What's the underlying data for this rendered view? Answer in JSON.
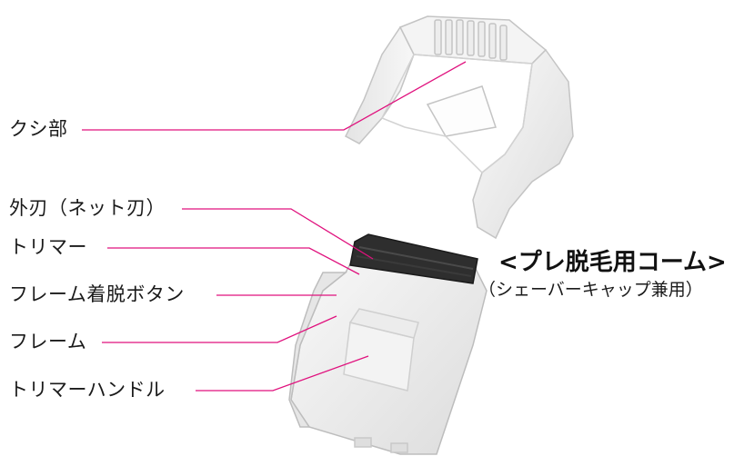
{
  "labels": {
    "comb": "クシ部",
    "outer_blade": "外刃（ネット刃）",
    "trimmer": "トリマー",
    "frame_release_button": "フレーム着脱ボタン",
    "frame": "フレーム",
    "trimmer_handle": "トリマーハンドル"
  },
  "product": {
    "title": "<プレ脱毛用コーム>",
    "subtitle": "（シェーバーキャップ兼用）"
  },
  "colors": {
    "leader_line": "#e0127e",
    "part_body": "#f2f2f2",
    "part_edge": "#c8c8c8",
    "blade": "#2a2a2a"
  }
}
